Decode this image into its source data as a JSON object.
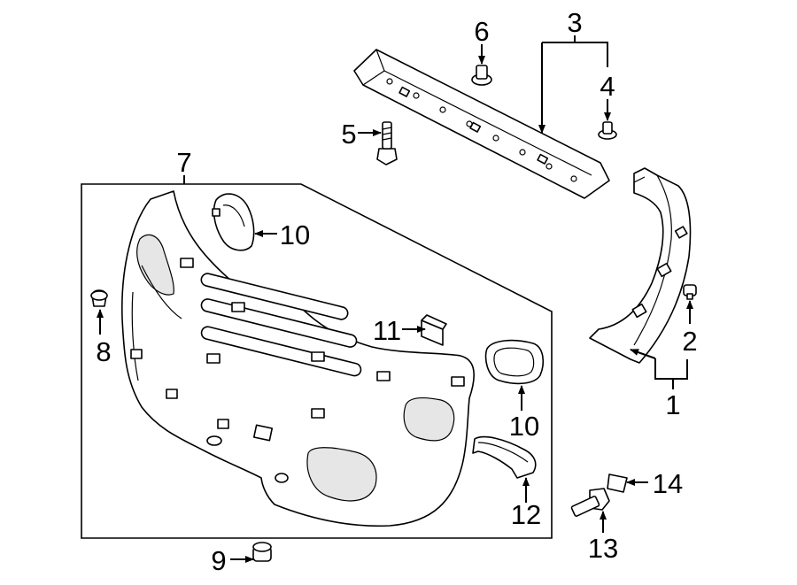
{
  "diagram": {
    "callouts": {
      "c1": "1",
      "c2": "2",
      "c3": "3",
      "c4": "4",
      "c5": "5",
      "c6": "6",
      "c7": "7",
      "c8": "8",
      "c9": "9",
      "c10a": "10",
      "c10b": "10",
      "c11": "11",
      "c12": "12",
      "c13": "13",
      "c14": "14"
    },
    "colors": {
      "line": "#000000",
      "fill": "#ffffff",
      "shade": "#e6e6e6"
    }
  }
}
